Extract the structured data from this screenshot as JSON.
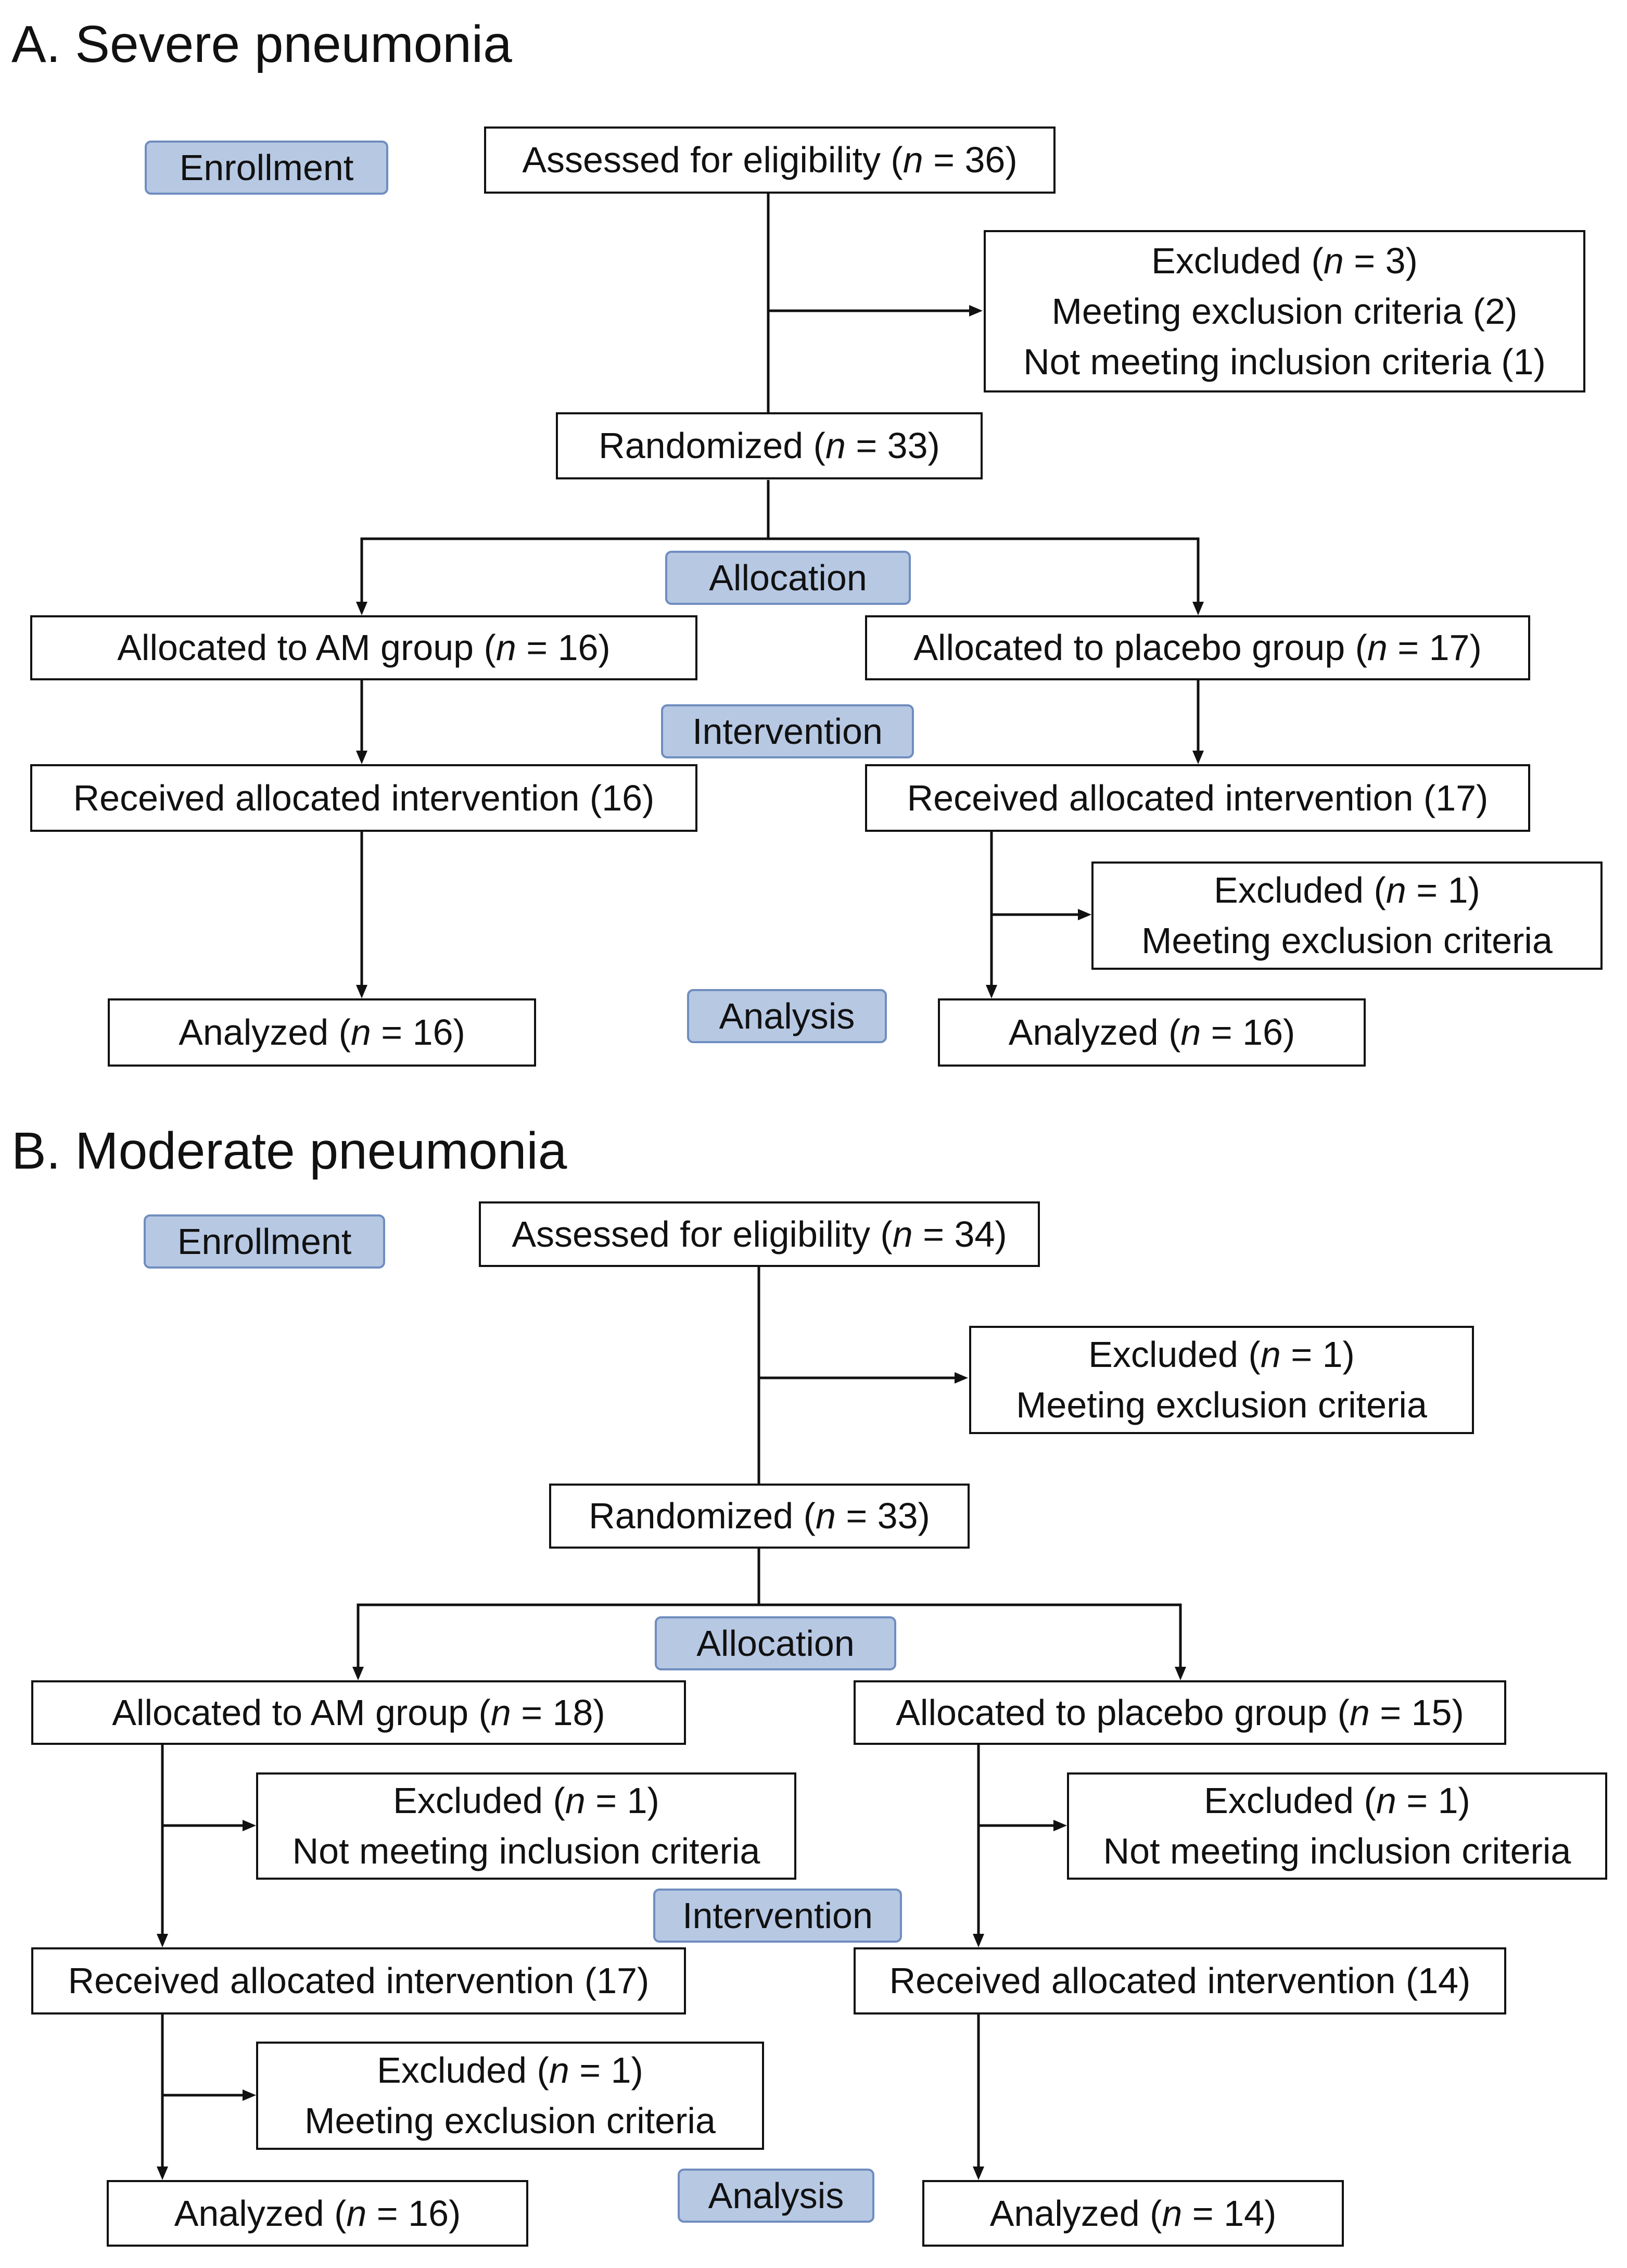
{
  "panel_a": {
    "title": "A. Severe pneumonia",
    "stages": {
      "enrollment": "Enrollment",
      "allocation": "Allocation",
      "intervention": "Intervention",
      "analysis": "Analysis"
    },
    "assessed": {
      "prefix": "Assessed for eligibility (",
      "n_var": "n",
      "suffix": " = 36)"
    },
    "excluded_enrollment": {
      "line1": {
        "prefix": "Excluded (",
        "n_var": "n",
        "suffix": " = 3)"
      },
      "line2": "Meeting exclusion criteria (2)",
      "line3": "Not meeting inclusion criteria (1)"
    },
    "randomized": {
      "prefix": "Randomized (",
      "n_var": "n",
      "suffix": " = 33)"
    },
    "am_allocated": {
      "prefix": "Allocated to AM group (",
      "n_var": "n",
      "suffix": " = 16)"
    },
    "placebo_allocated": {
      "prefix": "Allocated to placebo group (",
      "n_var": "n",
      "suffix": " = 17)"
    },
    "am_received": "Received allocated intervention (16)",
    "placebo_received": "Received allocated intervention (17)",
    "placebo_excluded": {
      "line1": {
        "prefix": "Excluded (",
        "n_var": "n",
        "suffix": " = 1)"
      },
      "line2": "Meeting exclusion criteria"
    },
    "am_analyzed": {
      "prefix": "Analyzed (",
      "n_var": "n",
      "suffix": " = 16)"
    },
    "placebo_analyzed": {
      "prefix": "Analyzed (",
      "n_var": "n",
      "suffix": " = 16)"
    }
  },
  "panel_b": {
    "title": "B. Moderate pneumonia",
    "stages": {
      "enrollment": "Enrollment",
      "allocation": "Allocation",
      "intervention": "Intervention",
      "analysis": "Analysis"
    },
    "assessed": {
      "prefix": "Assessed for eligibility (",
      "n_var": "n",
      "suffix": " = 34)"
    },
    "excluded_enrollment": {
      "line1": {
        "prefix": "Excluded (",
        "n_var": "n",
        "suffix": " = 1)"
      },
      "line2": "Meeting exclusion criteria"
    },
    "randomized": {
      "prefix": "Randomized (",
      "n_var": "n",
      "suffix": " = 33)"
    },
    "am_allocated": {
      "prefix": "Allocated to AM group (",
      "n_var": "n",
      "suffix": " = 18)"
    },
    "placebo_allocated": {
      "prefix": "Allocated to placebo group (",
      "n_var": "n",
      "suffix": " = 15)"
    },
    "am_excluded_pre": {
      "line1": {
        "prefix": "Excluded (",
        "n_var": "n",
        "suffix": " = 1)"
      },
      "line2": "Not meeting inclusion criteria"
    },
    "placebo_excluded_pre": {
      "line1": {
        "prefix": "Excluded (",
        "n_var": "n",
        "suffix": " = 1)"
      },
      "line2": "Not meeting inclusion criteria"
    },
    "am_received": "Received allocated intervention (17)",
    "placebo_received": "Received allocated intervention (14)",
    "am_excluded_post": {
      "line1": {
        "prefix": "Excluded (",
        "n_var": "n",
        "suffix": " = 1)"
      },
      "line2": "Meeting exclusion criteria"
    },
    "am_analyzed": {
      "prefix": "Analyzed (",
      "n_var": "n",
      "suffix": " = 16)"
    },
    "placebo_analyzed": {
      "prefix": "Analyzed (",
      "n_var": "n",
      "suffix": " = 14)"
    }
  }
}
